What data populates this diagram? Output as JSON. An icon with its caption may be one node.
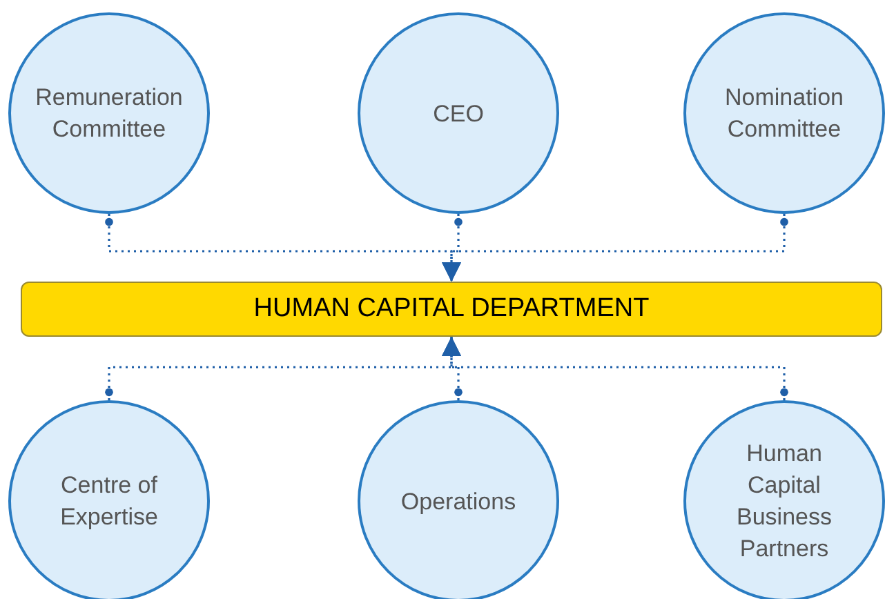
{
  "diagram": {
    "nodes": [
      {
        "text": [
          "Remuneration Committee"
        ]
      },
      {
        "text": [
          "CEO"
        ]
      },
      {
        "text": [
          "Nomination Committee"
        ]
      },
      {
        "text": [
          "HUMAN CAPITAL DEPARTMENT"
        ]
      },
      {
        "text": [
          "Centre of Expertise"
        ]
      },
      {
        "text": [
          "Operations"
        ]
      },
      {
        "text": [
          "Human Capital Business Partners"
        ]
      }
    ],
    "edges": [
      {
        "from": 0,
        "to": 3,
        "arrow": "to",
        "style": "dashed"
      },
      {
        "from": 1,
        "to": 3,
        "arrow": "to",
        "style": "dashed"
      },
      {
        "from": 2,
        "to": 3,
        "arrow": "to",
        "style": "dashed"
      },
      {
        "from": 4,
        "to": 3,
        "arrow": "to",
        "style": "dashed"
      },
      {
        "from": 5,
        "to": 3,
        "arrow": "to",
        "style": "dashed"
      },
      {
        "from": 6,
        "to": 3,
        "arrow": "to",
        "style": "dashed"
      }
    ]
  }
}
